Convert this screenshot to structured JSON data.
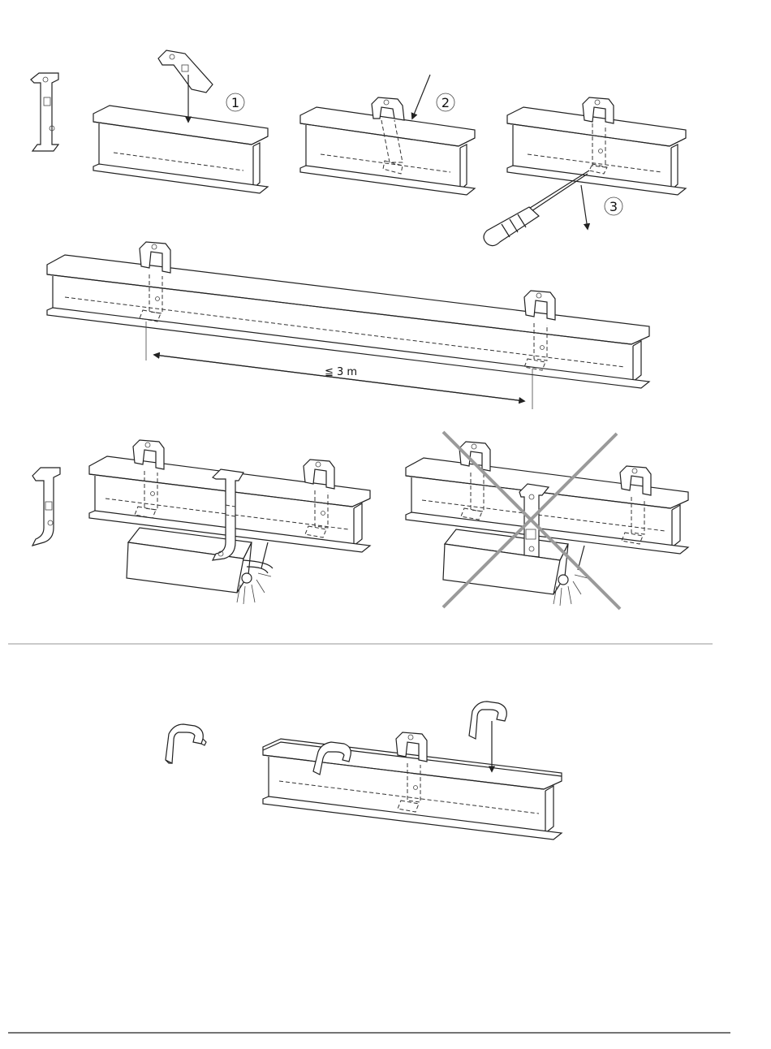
{
  "steps": [
    "1",
    "2",
    "3"
  ],
  "dimension": "≦ 3 m",
  "colors": {
    "line": "#222222",
    "cross": "#9a9a9a",
    "separator": "#aaaaaa"
  }
}
